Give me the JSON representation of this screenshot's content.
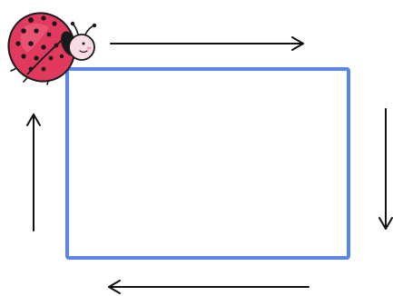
{
  "diagram": {
    "shape": "rectangle",
    "outline_color": "#5b86e5",
    "fill_color": "#ffffff",
    "arrow_color": "#111111",
    "path_direction": "clockwise",
    "arrows": [
      {
        "side": "top",
        "direction": "right"
      },
      {
        "side": "right",
        "direction": "down"
      },
      {
        "side": "bottom",
        "direction": "left"
      },
      {
        "side": "left",
        "direction": "up"
      }
    ],
    "character": {
      "icon": "ladybug-icon",
      "position": "top-left-corner",
      "body_color": "#e23a5e",
      "spot_color": "#1a1a1a",
      "head_color": "#f7dce4"
    }
  }
}
